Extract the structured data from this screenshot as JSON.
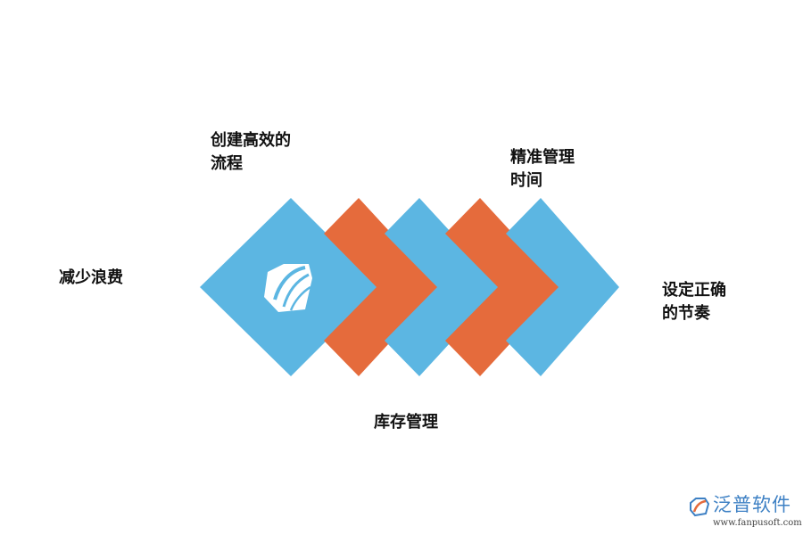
{
  "labels": {
    "reduce_waste": "减少浪费",
    "create_flow": [
      "创建高效的",
      "流程"
    ],
    "precise_time": [
      "精准管理",
      "时间"
    ],
    "correct_rhythm": [
      "设定正确",
      "的节奏"
    ],
    "inventory": "库存管理"
  },
  "colors": {
    "blue": "#5cb6e2",
    "orange": "#e56b3c",
    "icon": "#ffffff"
  },
  "center_icon": "hexagon-leaf-logo-icon",
  "watermark": {
    "name": "泛普软件",
    "url": "www.fanpusoft.com",
    "color": "#3d80c4"
  }
}
